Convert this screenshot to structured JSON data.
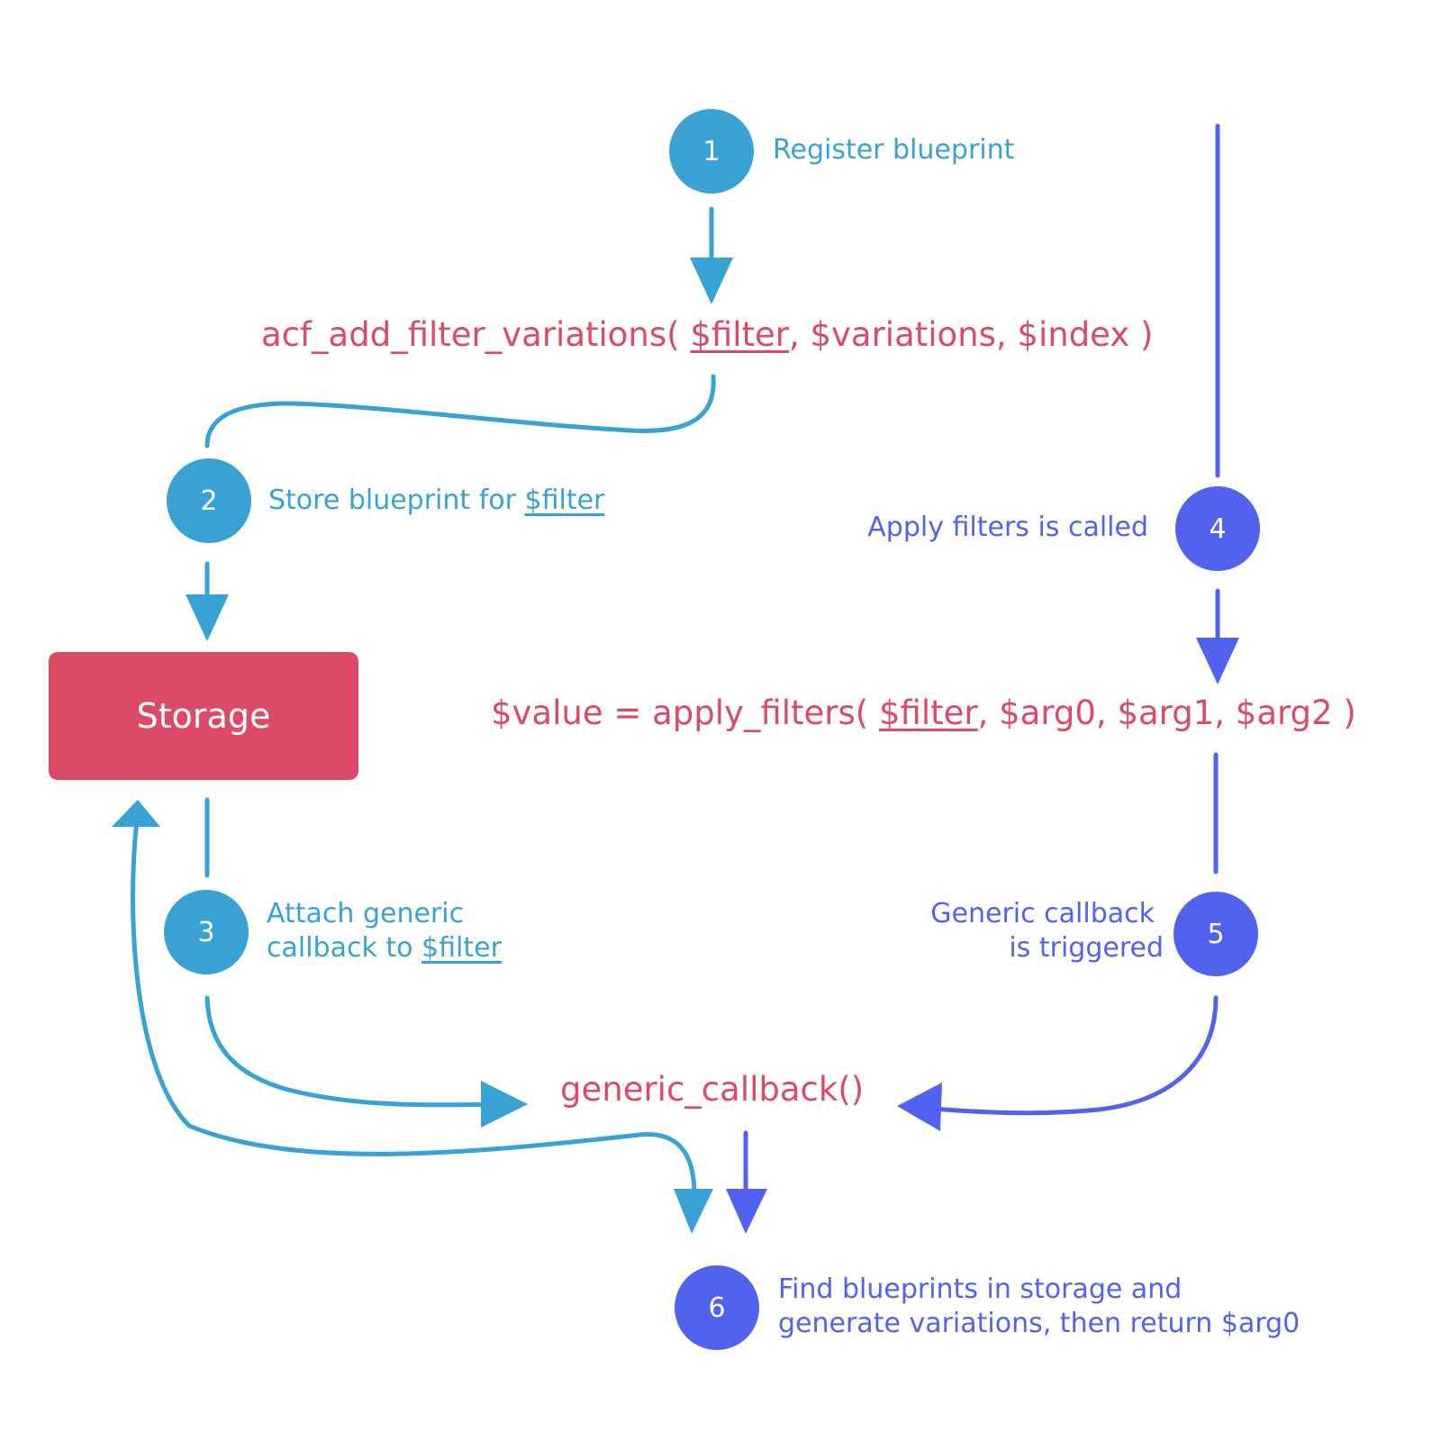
{
  "steps": [
    {
      "number": "1",
      "label": "Register blueprint"
    },
    {
      "number": "2",
      "label_prefix": "Store blueprint for ",
      "label_var": "$filter"
    },
    {
      "number": "3",
      "label_line1": "Attach generic",
      "label_line2_prefix": "callback to ",
      "label_line2_var": "$filter"
    },
    {
      "number": "4",
      "label": "Apply filters is called"
    },
    {
      "number": "5",
      "label_line1": "Generic callback",
      "label_line2": "is triggered"
    },
    {
      "number": "6",
      "label_line1": "Find blueprints in storage and",
      "label_line2": "generate variations, then return $arg0"
    }
  ],
  "code": {
    "add_variations": {
      "prefix": "acf_add_filter_variations( ",
      "var": "$filter",
      "suffix": ", $variations, $index )"
    },
    "apply_filters": {
      "prefix": "$value = apply_filters( ",
      "var": "$filter",
      "suffix": ", $arg0, $arg1, $arg2 )"
    },
    "generic_callback": "generic_callback()"
  },
  "storage_label": "Storage",
  "colors": {
    "teal": "#38a2d4",
    "indigo": "#5062ee",
    "crimson": "#dc4a68"
  }
}
